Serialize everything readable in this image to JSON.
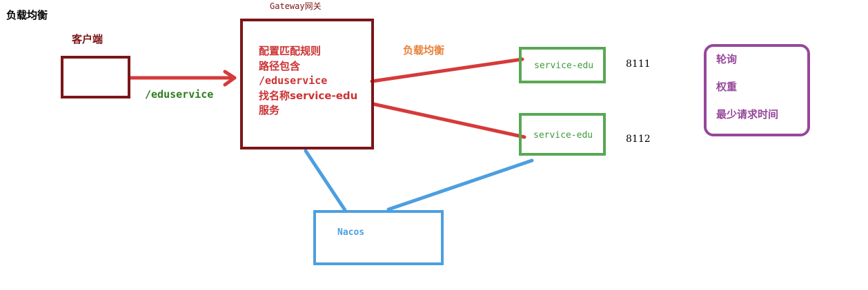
{
  "title": "负载均衡",
  "client": {
    "label": "客户端"
  },
  "request_path": "/eduservice",
  "gateway": {
    "label": "Gateway网关",
    "lines": [
      "配置匹配规则",
      "路径包含",
      "/eduservice",
      "找名称service-edu",
      "服务"
    ]
  },
  "load_balance_label": "负载均衡",
  "services": [
    {
      "name": "service-edu",
      "port": "8111"
    },
    {
      "name": "service-edu",
      "port": "8112"
    }
  ],
  "strategies": [
    "轮询",
    "权重",
    "最少请求时间"
  ],
  "registry": {
    "name": "Nacos"
  },
  "colors": {
    "client": "#7b1618",
    "gateway": "#7b1618",
    "route_arrow": "#d63a3a",
    "path_text": "#2f7d1f",
    "gateway_text": "#cc3333",
    "load_balance_text": "#e8823a",
    "service": "#59a854",
    "nacos": "#4c9fe0",
    "strategy": "#96479a"
  }
}
